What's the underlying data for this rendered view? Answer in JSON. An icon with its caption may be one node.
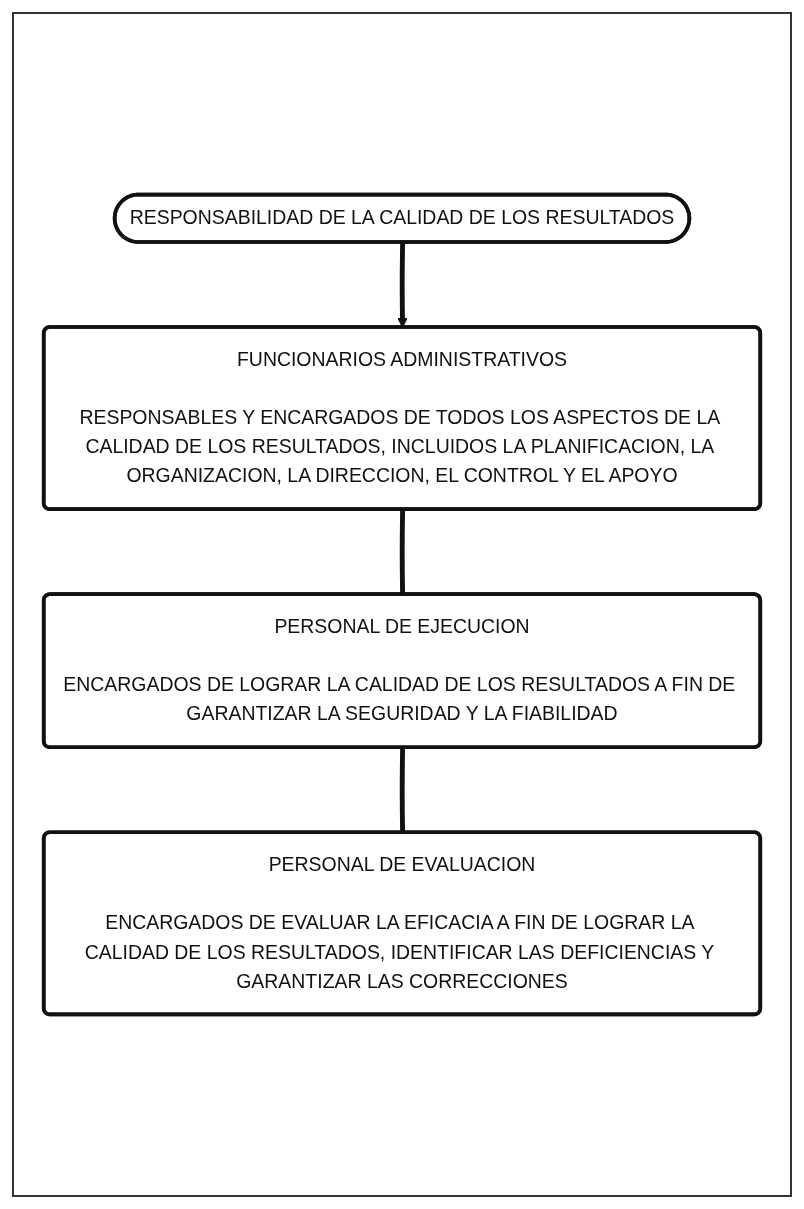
{
  "diagram": {
    "nodes": [
      {
        "text": [
          "RESPONSABILIDAD DE LA CALIDAD DE LOS RESULTADOS"
        ]
      },
      {
        "text": [
          "FUNCIONARIOS ADMINISTRATIVOS",
          "RESPONSABLES Y ENCARGADOS DE TODOS LOS ASPECTOS DE LA CALIDAD DE LOS RESULTADOS, INCLUIDOS LA PLANIFICACION, LA ORGANIZACION, LA DIRECCION, EL CONTROL Y EL APOYO"
        ]
      },
      {
        "text": [
          "PERSONAL DE EJECUCION",
          "ENCARGADOS DE LOGRAR LA CALIDAD DE LOS RESULTADOS A FIN DE GARANTIZAR LA SEGURIDAD Y LA FIABILIDAD"
        ]
      },
      {
        "text": [
          "PERSONAL DE EVALUACION",
          "ENCARGADOS DE EVALUAR LA EFICACIA A FIN DE LOGRAR LA CALIDAD DE LOS RESULTADOS, IDENTIFICAR LAS DEFICIENCIAS Y GARANTIZAR LAS CORRECCIONES"
        ]
      }
    ],
    "edges": [
      {
        "from": 0,
        "to": 1,
        "arrow": "to"
      },
      {
        "from": 1,
        "to": 2,
        "arrow": "none"
      },
      {
        "from": 2,
        "to": 3,
        "arrow": "none"
      }
    ]
  }
}
